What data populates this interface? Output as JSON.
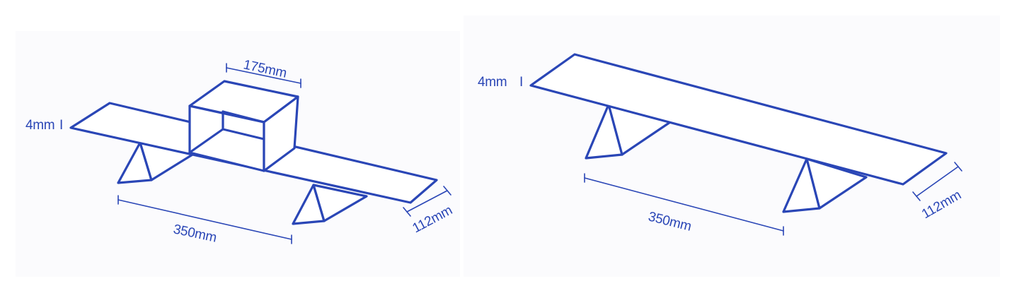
{
  "colors": {
    "line": "#2a46b6",
    "text": "#2a46b6",
    "background": "#ffffff"
  },
  "left_figure": {
    "thickness_label": "4mm",
    "thickness_icon": "I",
    "box_width_label": "175mm",
    "span_label": "350mm",
    "width_label": "112mm"
  },
  "right_figure": {
    "thickness_label": "4mm",
    "thickness_icon": "I",
    "span_label": "350mm",
    "width_label": "112mm"
  }
}
